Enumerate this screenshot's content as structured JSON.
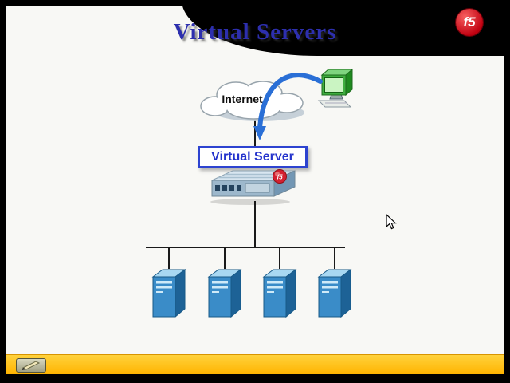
{
  "slide": {
    "title": "Virtual Servers"
  },
  "brand": {
    "logo_text": "f5"
  },
  "diagram": {
    "cloud_label": "Internet",
    "virtual_server_label": "Virtual Server",
    "server_count": 4
  },
  "colors": {
    "title_blue": "#2d2fae",
    "box_blue": "#2d43d0",
    "arrow_blue": "#2a6fd6",
    "f5_red": "#cc1020",
    "bar_yellow": "#ffc30e",
    "server_blue": "#3a8cc8",
    "monitor_green": "#3fae3f",
    "slide_bg": "#f8f8f5"
  }
}
